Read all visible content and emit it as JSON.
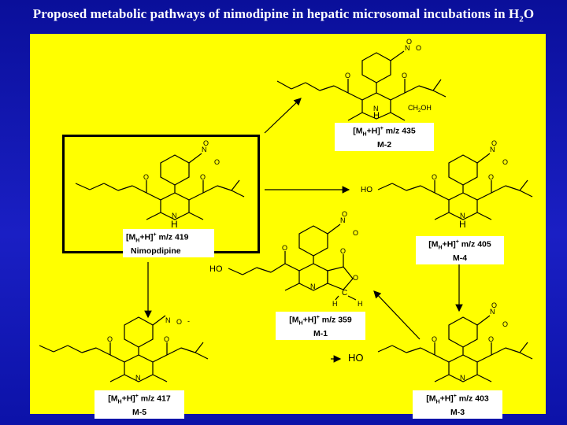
{
  "title": {
    "text_main": "Proposed metabolic pathways of nimodipine in hepatic microsomal incubations in H",
    "text_sub": "2",
    "text_tail": "O"
  },
  "compounds": [
    {
      "id": "parent",
      "ion_prefix": "[M",
      "ion_mid": "+H]",
      "ion_suffix": "m/z 419",
      "name": "Nimopdipine"
    },
    {
      "id": "m2",
      "ion_prefix": "[M",
      "ion_mid": "+H]",
      "ion_suffix": "m/z 435",
      "name": "M-2"
    },
    {
      "id": "m4",
      "ion_prefix": "[M",
      "ion_mid": "+H]",
      "ion_suffix": "m/z 405",
      "name": "M-4"
    },
    {
      "id": "m1",
      "ion_prefix": "[M",
      "ion_mid": "+H]",
      "ion_suffix": "m/z 359",
      "name": "M-1"
    },
    {
      "id": "m5",
      "ion_prefix": "[M",
      "ion_mid": "+H]",
      "ion_suffix": "m/z 417",
      "name": "M-5"
    },
    {
      "id": "m3",
      "ion_prefix": "[M",
      "ion_mid": "+H]",
      "ion_suffix": "m/z 403",
      "name": "M-3"
    }
  ],
  "atoms": {
    "nitro": "N",
    "oxygen": "O",
    "ring_n": "N",
    "nh_h": "H",
    "ch2oh": "CH",
    "ch2oh_sub": "2",
    "ch2oh_tail": "OH",
    "hydroxyl": "HO",
    "carbon": "C",
    "h": "H",
    "sub_h": "H",
    "plus": "+",
    "minus": "-"
  },
  "colors": {
    "background": "#1a1fc4",
    "panel": "#ffff00",
    "title": "#ffffff",
    "structure": "#000000"
  }
}
